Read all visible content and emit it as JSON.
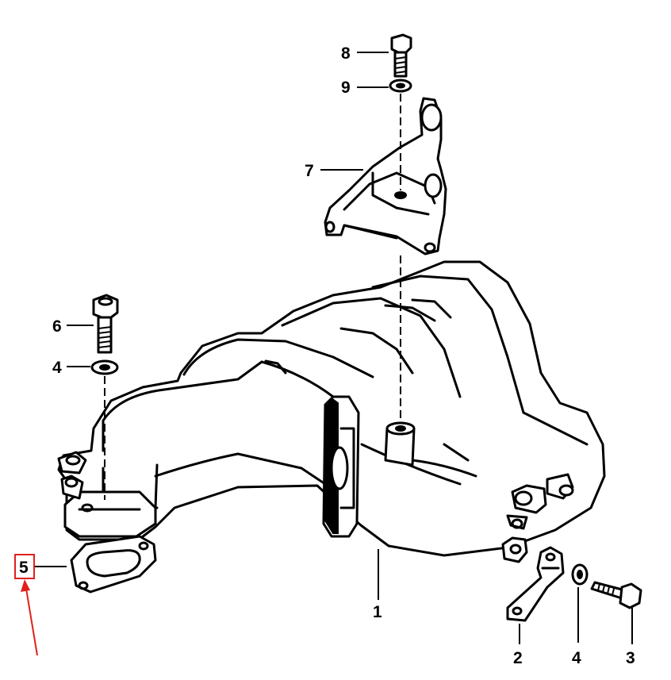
{
  "callouts": [
    {
      "id": "1",
      "label": "1"
    },
    {
      "id": "2",
      "label": "2"
    },
    {
      "id": "3",
      "label": "3"
    },
    {
      "id": "4a",
      "label": "4"
    },
    {
      "id": "4b",
      "label": "4"
    },
    {
      "id": "5",
      "label": "5"
    },
    {
      "id": "6",
      "label": "6"
    },
    {
      "id": "7",
      "label": "7"
    },
    {
      "id": "8",
      "label": "8"
    },
    {
      "id": "9",
      "label": "9"
    }
  ],
  "highlight": {
    "label": "5",
    "color": "#e0201b"
  }
}
